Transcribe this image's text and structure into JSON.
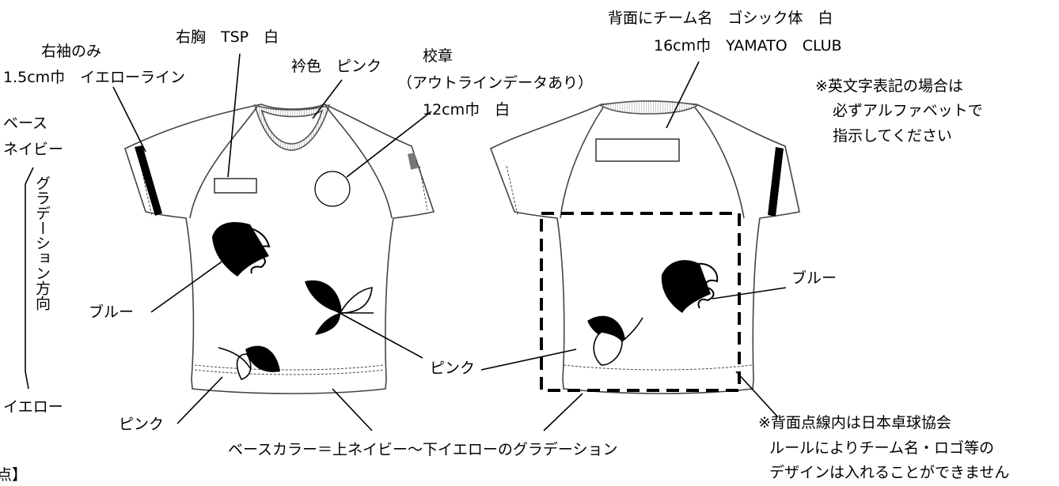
{
  "left_labels": {
    "sleeve_line_1": "右袖のみ",
    "sleeve_line_2": "1.5cm巾　イエローライン",
    "chest": "右胸　TSP　白",
    "collar": "衿色　ピンク",
    "emblem_1": "校章",
    "emblem_2": "（アウトラインデータあり）",
    "emblem_3": "12cm巾　白",
    "base_top_1": "ベース",
    "base_top_2": "ネイビー",
    "gradient_direction": "グラデーション方向",
    "base_bottom": "イエロー",
    "front_blue": "ブルー",
    "front_pink": "ピンク"
  },
  "right_labels": {
    "back_name_1": "背面にチーム名　ゴシック体　白",
    "back_name_2": "16cm巾　YAMATO　CLUB",
    "note_1": "※英文字表記の場合は",
    "note_2": "必ずアルファベットで",
    "note_3": "指示してください",
    "back_blue": "ブルー",
    "center_pink": "ピンク",
    "rule_1": "※背面点線内は日本卓球協会",
    "rule_2": "ルールによりチーム名・ロゴ等の",
    "rule_3": "デザインは入れることができません"
  },
  "footer": {
    "base_color": "ベースカラー＝上ネイビー～下イエローのグラデーション",
    "corner": "点】"
  },
  "colors": {
    "ink": "#000000",
    "collar_hatch": "#bdbdbd",
    "paper": "#ffffff"
  }
}
